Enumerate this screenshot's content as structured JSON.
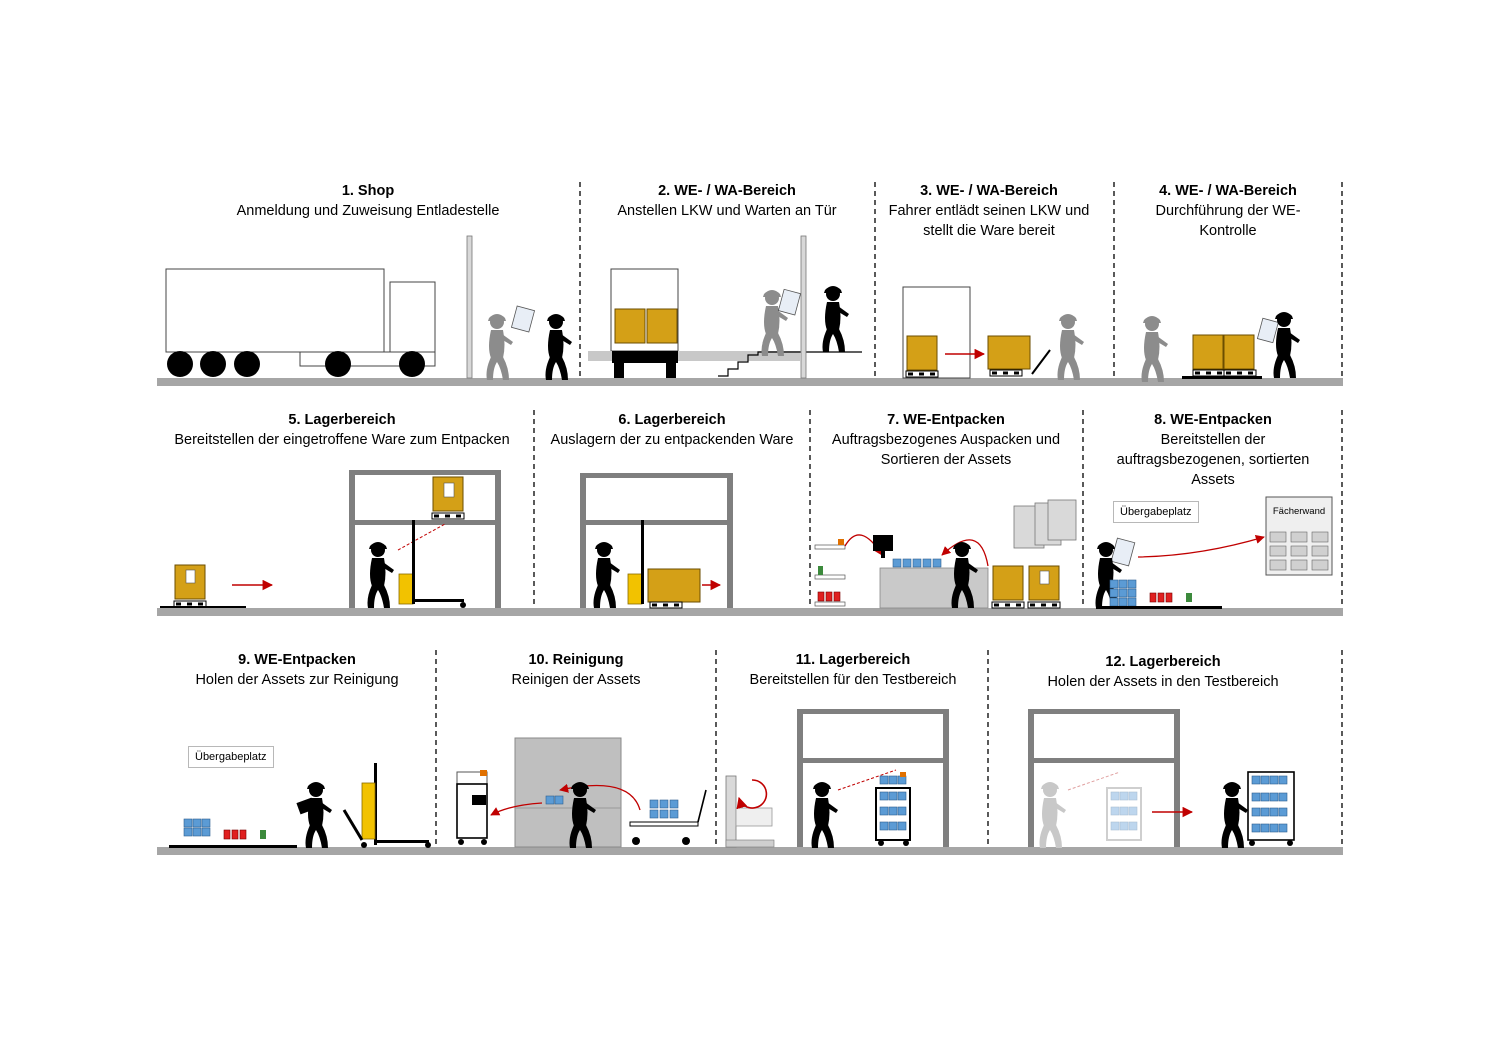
{
  "panels": [
    {
      "title": "1. Shop",
      "desc": "Anmeldung und Zuweisung Entladestelle"
    },
    {
      "title": "2. WE- / WA-Bereich",
      "desc": "Anstellen LKW und Warten an Tür"
    },
    {
      "title": "3. WE- / WA-Bereich",
      "desc": "Fahrer entlädt seinen LKW und stellt die Ware bereit"
    },
    {
      "title": "4. WE- / WA-Bereich",
      "desc": "Durchführung der WE-Kontrolle"
    },
    {
      "title": "5. Lagerbereich",
      "desc": "Bereitstellen der eingetroffene Ware zum Entpacken"
    },
    {
      "title": "6. Lagerbereich",
      "desc": "Auslagern der zu entpackenden Ware"
    },
    {
      "title": "7. WE-Entpacken",
      "desc": "Auftragsbezogenes Auspacken und Sortieren der Assets"
    },
    {
      "title": "8. WE-Entpacken",
      "desc": "Bereitstellen der auftragsbezogenen, sortierten Assets"
    },
    {
      "title": "9. WE-Entpacken",
      "desc": "Holen der Assets zur Reinigung"
    },
    {
      "title": "10. Reinigung",
      "desc": "Reinigen der Assets"
    },
    {
      "title": "11. Lagerbereich",
      "desc": "Bereitstellen für den Testbereich"
    },
    {
      "title": "12. Lagerbereich",
      "desc": "Holen der Assets in den Testbereich"
    }
  ],
  "labels": {
    "handover_1": "Übergabeplatz",
    "handover_2": "Übergabeplatz",
    "shelf_wall": "Fächerwand"
  },
  "colors": {
    "floor": "#a6a6a6",
    "box": "#d4a017",
    "asset_blue": "#5b9bd5",
    "asset_red": "#e02020",
    "asset_green": "#3c8a3c",
    "arrow": "#c00000",
    "grey_person": "#8c8c8c"
  }
}
